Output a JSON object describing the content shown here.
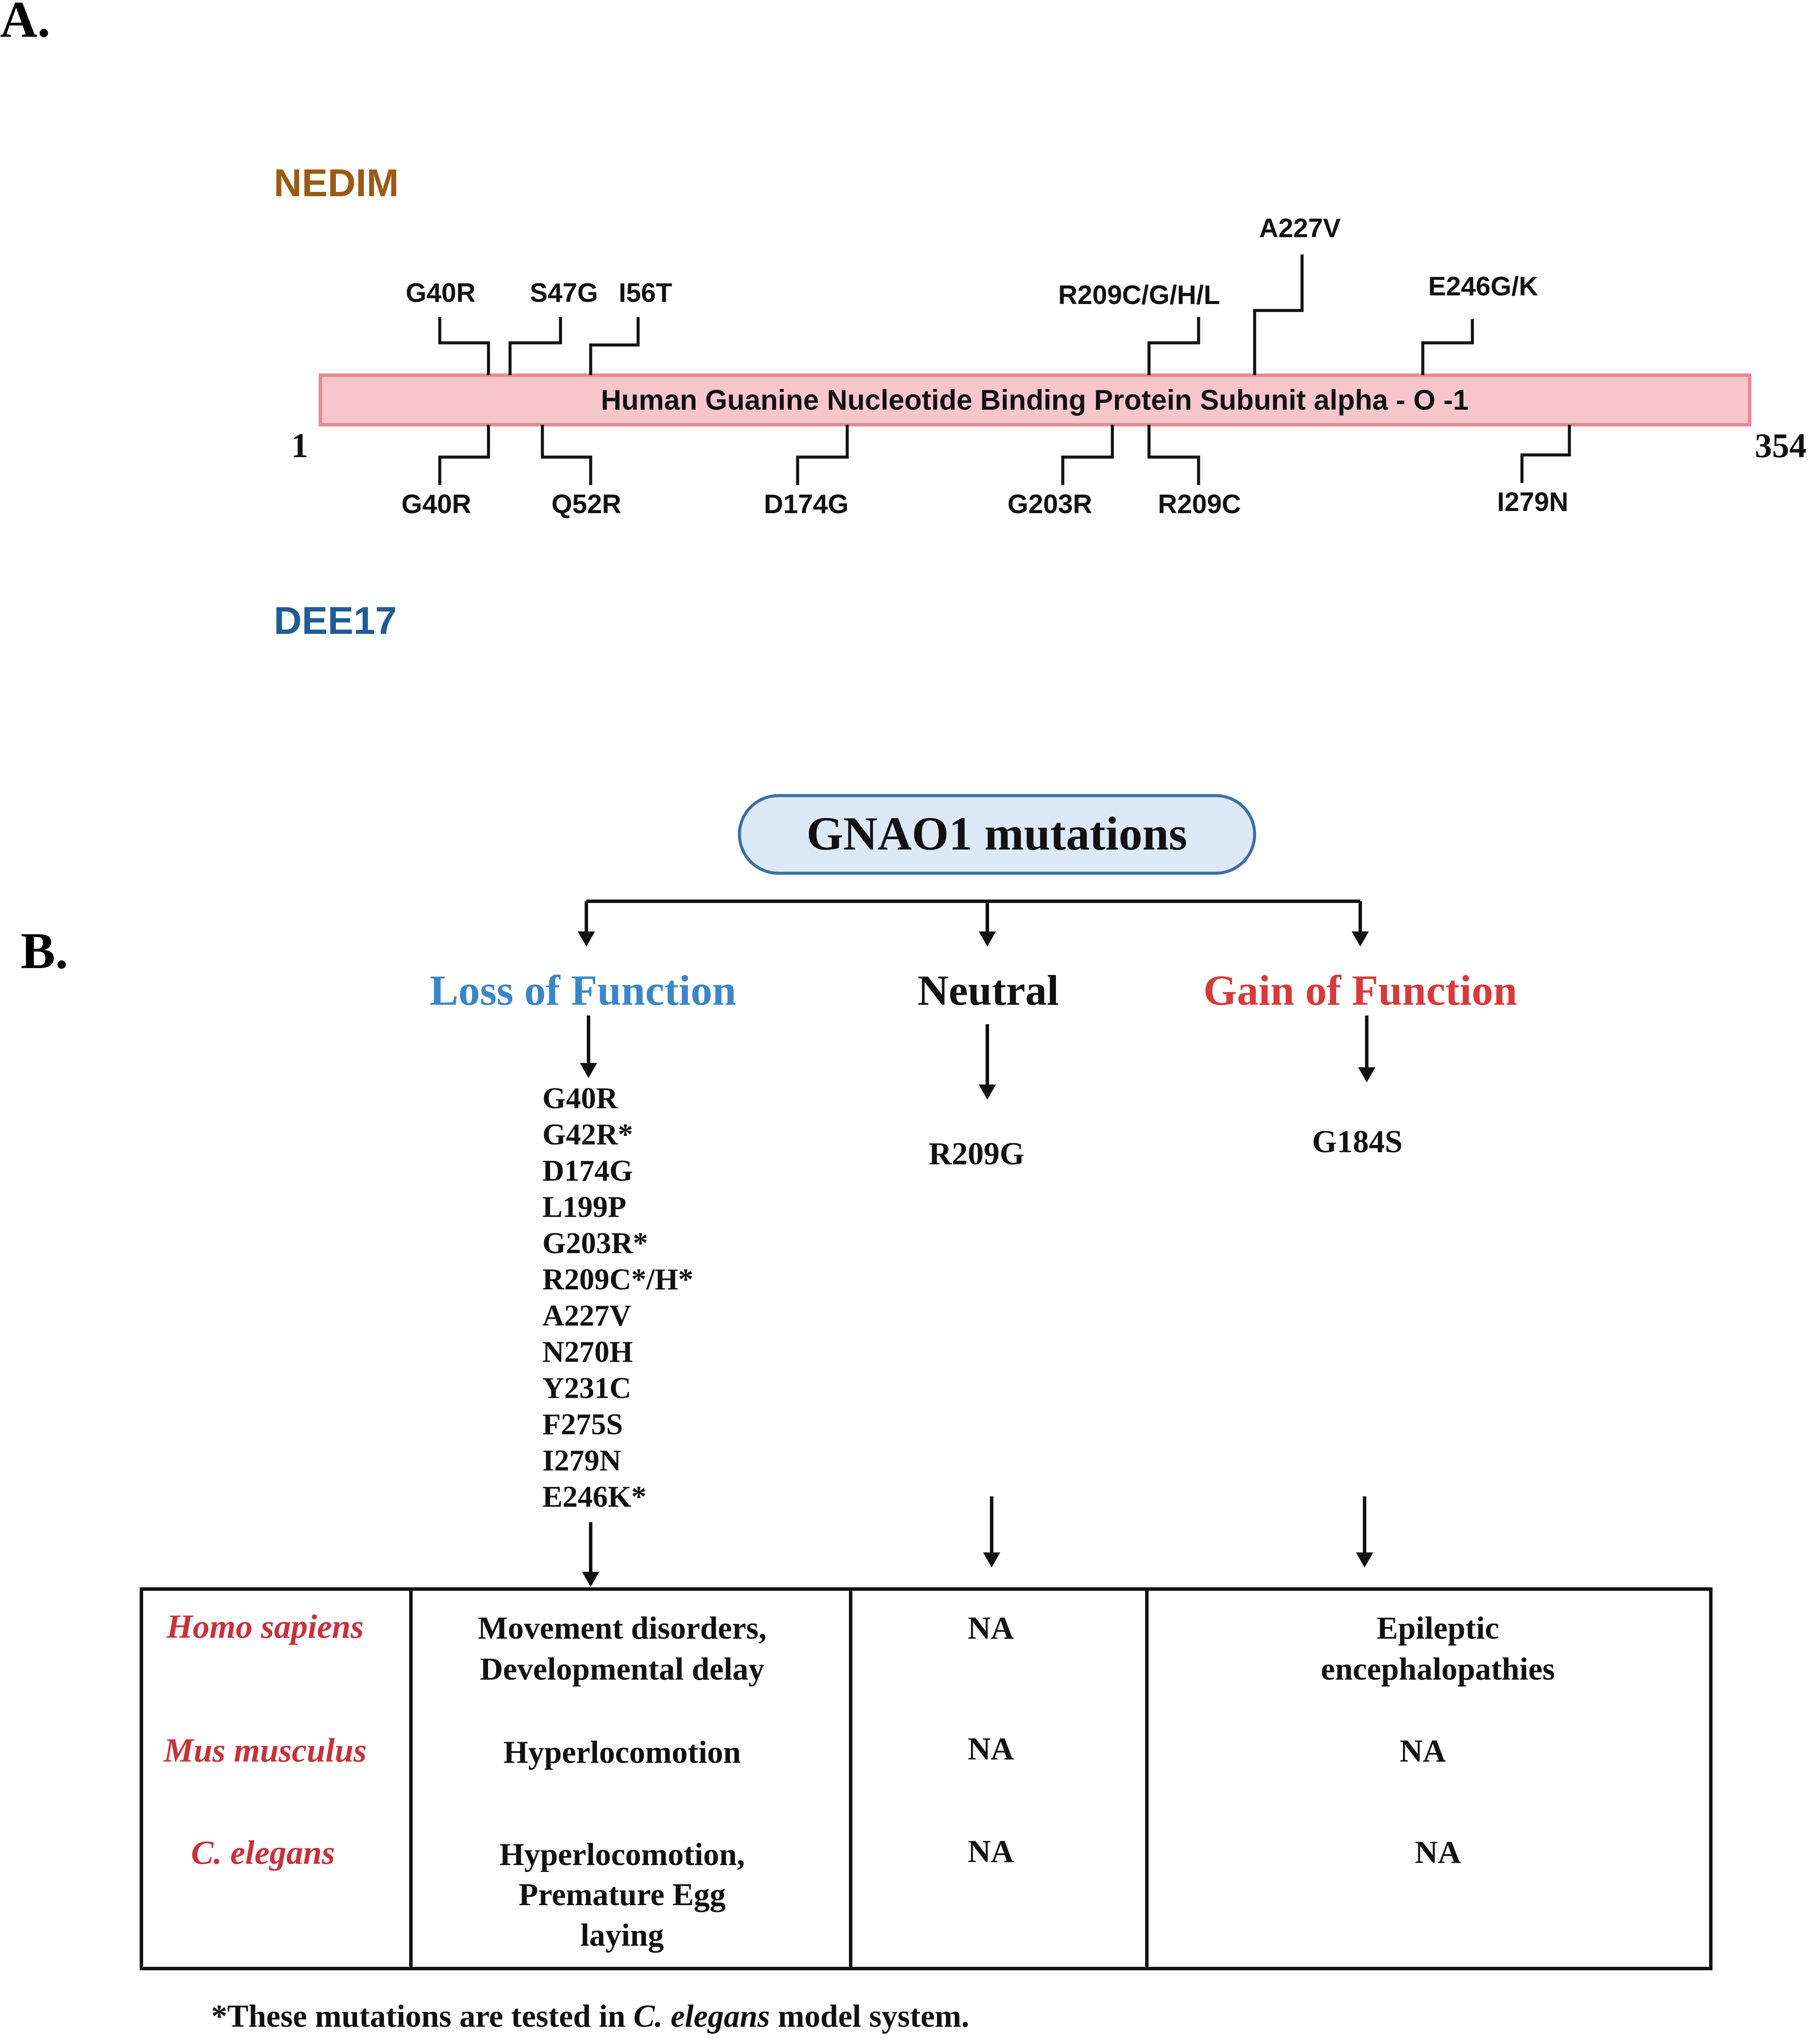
{
  "panel_a": {
    "label": "A.",
    "top_group_label": "NEDIM",
    "bottom_group_label": "DEE17",
    "protein_name": "Human Guanine Nucleotide Binding Protein Subunit alpha - O -1",
    "start_position": "1",
    "end_position": "354",
    "top_mutations": [
      "G40R",
      "S47G",
      "I56T",
      "R209C/G/H/L",
      "A227V",
      "E246G/K"
    ],
    "bottom_mutations": [
      "G40R",
      "Q52R",
      "D174G",
      "G203R",
      "R209C",
      "I279N"
    ],
    "colors": {
      "nedim": "#9a5a14",
      "dee17": "#1f5c99",
      "bar_fill": "#f7c6cb",
      "bar_stroke": "#e58b95"
    }
  },
  "panel_b": {
    "label": "B.",
    "root": "GNAO1 mutations",
    "categories": [
      {
        "name": "Loss of Function",
        "color": "#3a86c8",
        "mutations": [
          "G40R",
          "G42R*",
          "D174G",
          "L199P",
          "G203R*",
          "R209C*/H*",
          "A227V",
          "N270H",
          "Y231C",
          "F275S",
          "I279N",
          "E246K*"
        ]
      },
      {
        "name": "Neutral",
        "color": "#111111",
        "mutations": [
          "R209G"
        ]
      },
      {
        "name": "Gain of Function",
        "color": "#d63a3a",
        "mutations": [
          "G184S"
        ]
      }
    ],
    "table": {
      "rows": [
        {
          "species": "Homo sapiens",
          "loss": [
            "Movement disorders,",
            "Developmental delay"
          ],
          "neutral": [
            "NA"
          ],
          "gain": [
            "Epileptic",
            "encephalopathies"
          ]
        },
        {
          "species": "Mus musculus",
          "loss": [
            "Hyperlocomotion"
          ],
          "neutral": [
            "NA"
          ],
          "gain": [
            "NA"
          ]
        },
        {
          "species": "C. elegans",
          "loss": [
            "Hyperlocomotion,",
            "Premature Egg",
            "laying"
          ],
          "neutral": [
            "NA"
          ],
          "gain": [
            "NA"
          ]
        }
      ],
      "species_color": "#c8323a"
    },
    "footnote": {
      "prefix": "*These mutations are tested in ",
      "italic": "C. elegans",
      "suffix": " model system."
    },
    "root_box": {
      "fill": "#dde9f6",
      "stroke": "#3b6ea5"
    }
  }
}
